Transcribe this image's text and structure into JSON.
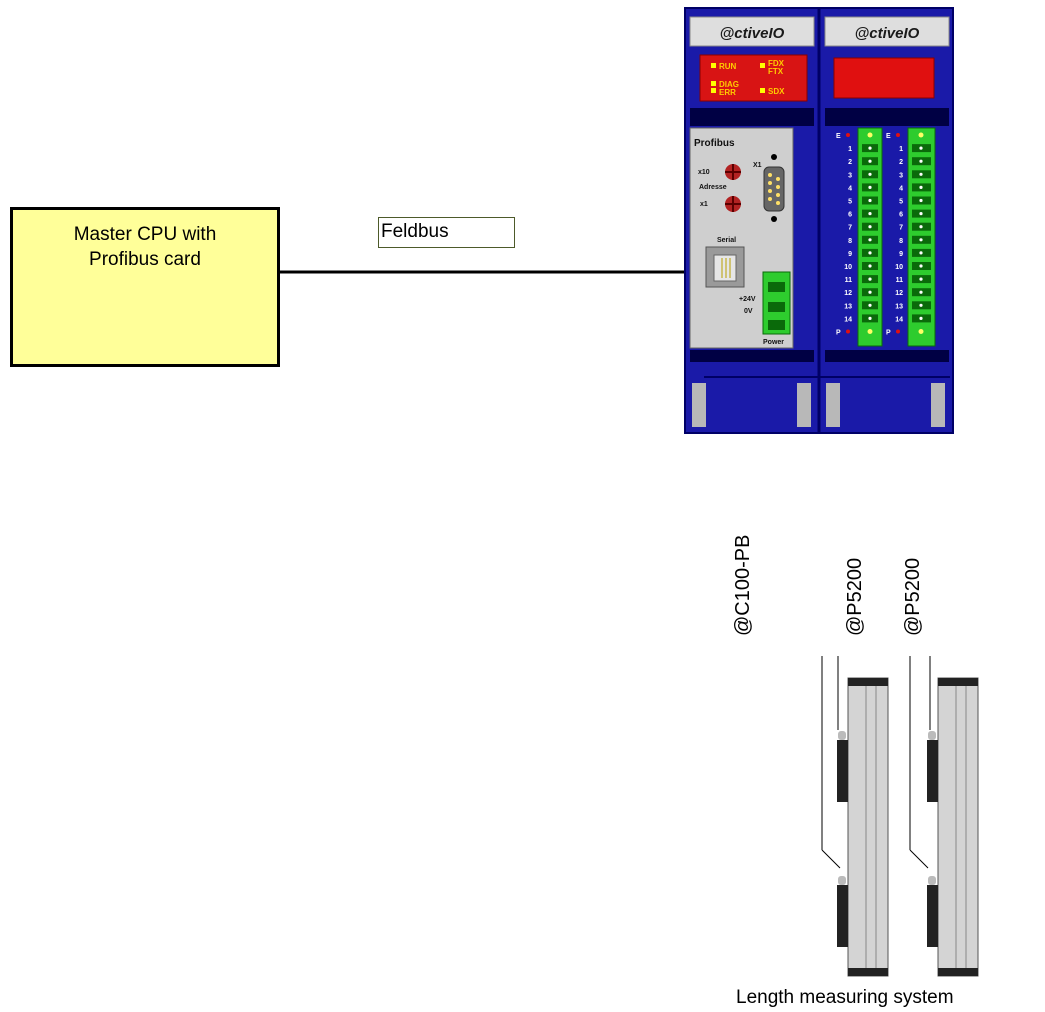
{
  "master": {
    "line1": "Master CPU with",
    "line2": "Profibus card"
  },
  "bus_label": "Feldbus",
  "modules": {
    "brand1": "@ctiveIO",
    "brand2": "@ctiveIO",
    "leds": {
      "run": "RUN",
      "fdx": "FDX",
      "ftx": "FTX",
      "diag": "DIAG",
      "err": "ERR",
      "sdx": "SDX"
    },
    "profibus": {
      "title": "Profibus",
      "x10": "x10",
      "adresse": "Adresse",
      "x1_addr": "x1",
      "x1_conn": "X1",
      "serial": "Serial",
      "v24": "+24V",
      "v0": "0V",
      "power": "Power"
    },
    "io_labels": {
      "e": "E",
      "p": "P",
      "numbers": [
        "1",
        "2",
        "3",
        "4",
        "5",
        "6",
        "7",
        "8",
        "9",
        "10",
        "11",
        "12",
        "13",
        "14"
      ]
    }
  },
  "side_labels": [
    "@C100-PB",
    "@P5200",
    "@P5200"
  ],
  "bottom_label": "Length measuring system",
  "colors": {
    "master_fill": "#ffff99",
    "module_blue": "#1a1aa8",
    "led_red": "#e01010",
    "terminal_green": "#2ecc2e",
    "panel_gray": "#cfcfcf"
  }
}
